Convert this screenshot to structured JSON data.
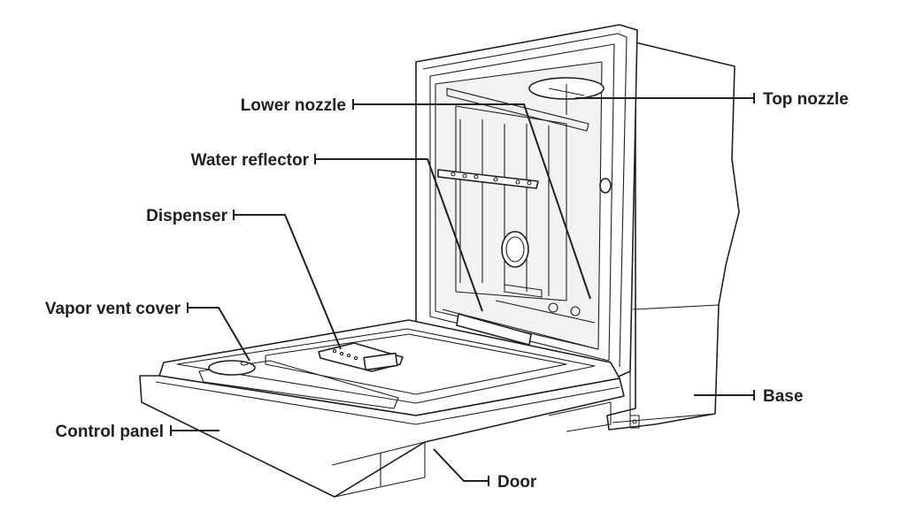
{
  "labels": {
    "lower_nozzle": "Lower nozzle",
    "water_reflector": "Water reflector",
    "dispenser": "Dispenser",
    "vapor_vent_cover": "Vapor vent cover",
    "control_panel": "Control panel",
    "door": "Door",
    "top_nozzle": "Top nozzle",
    "base": "Base"
  },
  "colors": {
    "ink": "#231f20",
    "background": "#ffffff"
  }
}
